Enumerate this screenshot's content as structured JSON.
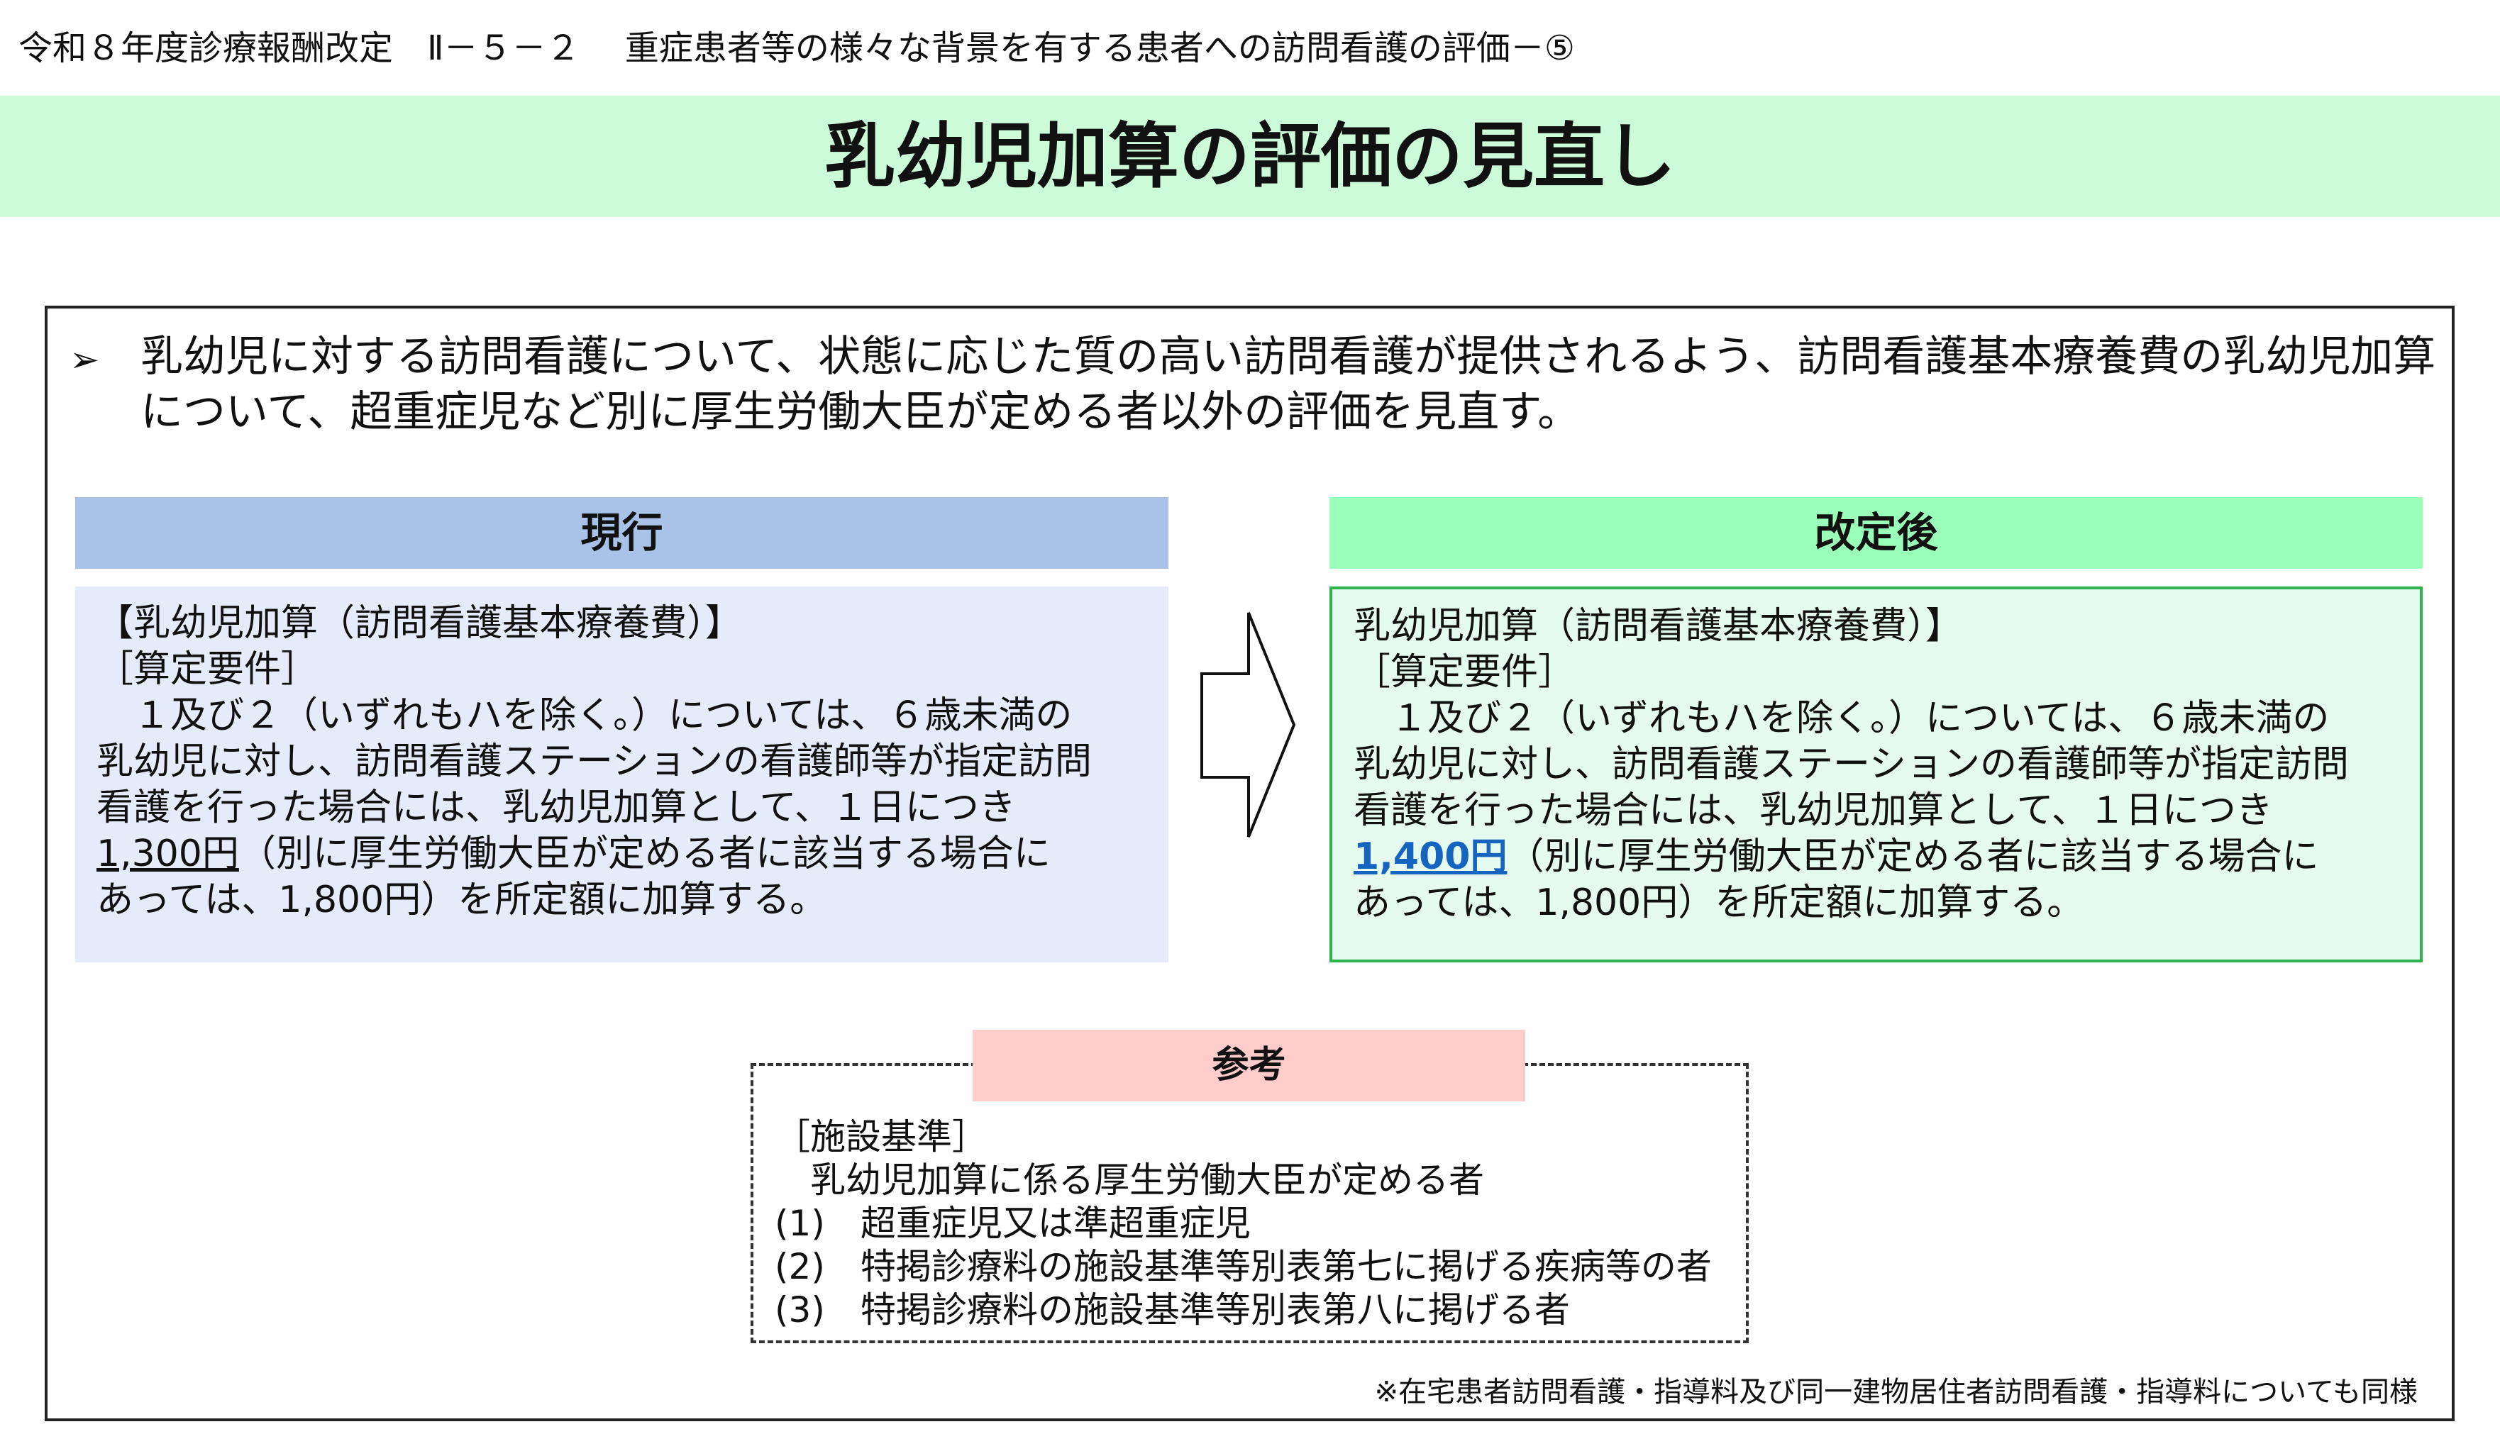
{
  "header": {
    "breadcrumb": "令和８年度診療報酬改定　Ⅱ－５－２　 重症患者等の様々な背景を有する患者への訪問看護の評価－⑤",
    "title": "乳幼児加算の評価の見直し"
  },
  "summary": {
    "bullet": "➢",
    "text": "乳幼児に対する訪問看護について、状態に応じた質の高い訪問看護が提供されるよう、訪問看護基本療養費の乳幼児加算について、超重症児など別に厚生労働大臣が定める者以外の評価を見直す。"
  },
  "current": {
    "heading": "現行",
    "lines": [
      "【乳幼児加算（訪問看護基本療養費）】",
      "［算定要件］",
      "　１及び２（いずれもハを除く。）については、６歳未満の",
      "乳幼児に対し、訪問看護ステーションの看護師等が指定訪問",
      "看護を行った場合には、乳幼児加算として、１日につき"
    ],
    "amount": "1,300円",
    "rest": [
      "（別に厚生労働大臣が定める者に該当する場合に",
      "あっては、1,800円）を所定額に加算する。"
    ]
  },
  "revised": {
    "heading": "改定後",
    "lines": [
      "乳幼児加算（訪問看護基本療養費）】",
      "［算定要件］",
      "　１及び２（いずれもハを除く。）については、６歳未満の",
      "乳幼児に対し、訪問看護ステーションの看護師等が指定訪問",
      "看護を行った場合には、乳幼児加算として、１日につき"
    ],
    "amount": "1,400円",
    "rest": [
      "（別に厚生労働大臣が定める者に該当する場合に",
      "あっては、1,800円）を所定額に加算する。"
    ]
  },
  "reference": {
    "label": "参考",
    "lines": [
      "［施設基準］",
      "　乳幼児加算に係る厚生労働大臣が定める者",
      "(1)　超重症児又は準超重症児",
      "(2)　特掲診療料の施設基準等別表第七に掲げる疾病等の者",
      "(3)　特掲診療料の施設基準等別表第八に掲げる者"
    ]
  },
  "footnote": "※在宅患者訪問看護・指導料及び同一建物居住者訪問看護・指導料についても同様",
  "colors": {
    "band": "#ccfbd9",
    "current_head": "#a8c2e8",
    "revised_head": "#99ffb9",
    "reference_label": "#ffcccc",
    "highlight": "#1565c0"
  }
}
